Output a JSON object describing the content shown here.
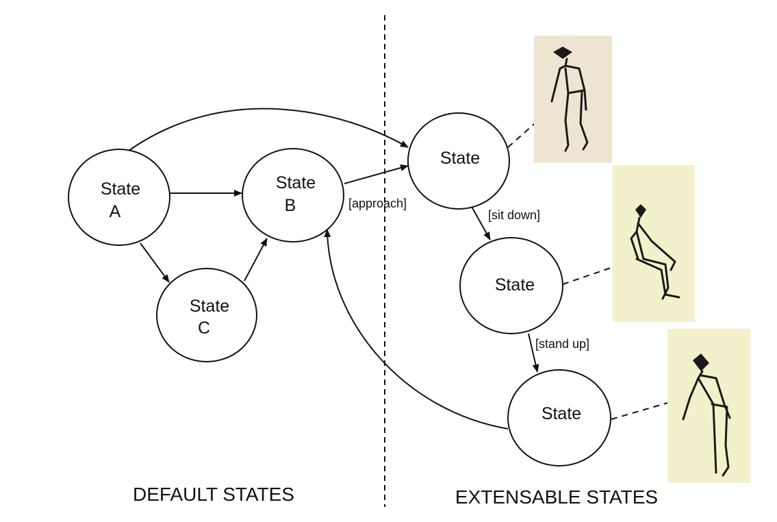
{
  "sections": {
    "default": "DEFAULT STATES",
    "extensable": "EXTENSABLE STATES"
  },
  "nodes": {
    "state_a": {
      "line1": "State",
      "line2": "A"
    },
    "state_b": {
      "line1": "State",
      "line2": "B"
    },
    "state_c": {
      "line1": "State",
      "line2": "C"
    },
    "state_approach": {
      "line1": "State"
    },
    "state_sit": {
      "line1": "State"
    },
    "state_stand": {
      "line1": "State"
    }
  },
  "edges": {
    "approach": "[approach]",
    "sit_down": "[sit down]",
    "stand_up": "[stand up]"
  },
  "colors": {
    "panel_approach": "#ede5d1",
    "panel_sit": "#f2f1cc",
    "panel_stand": "#f2f1cc"
  }
}
